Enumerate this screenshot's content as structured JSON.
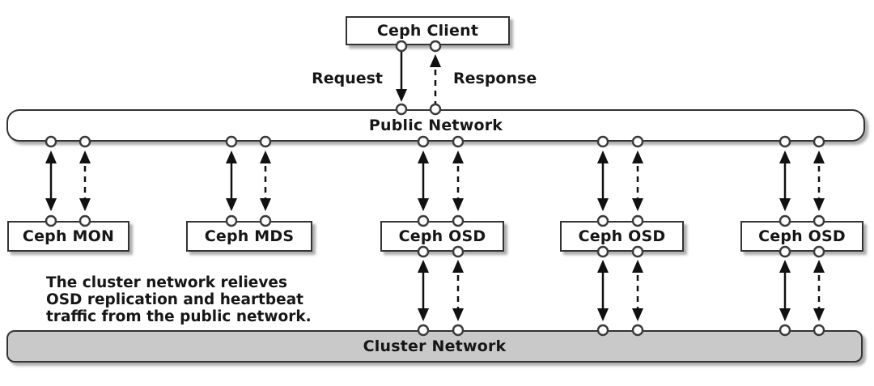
{
  "client": {
    "label": "Ceph Client"
  },
  "flow_labels": {
    "request": "Request",
    "response": "Response"
  },
  "networks": {
    "public": {
      "label": "Public Network"
    },
    "cluster": {
      "label": "Cluster Network"
    }
  },
  "nodes": [
    {
      "id": "mon",
      "label": "Ceph MON"
    },
    {
      "id": "mds",
      "label": "Ceph MDS"
    },
    {
      "id": "osd-1",
      "label": "Ceph OSD"
    },
    {
      "id": "osd-2",
      "label": "Ceph OSD"
    },
    {
      "id": "osd-3",
      "label": "Ceph OSD"
    }
  ],
  "annotation": {
    "lines": [
      "The cluster network relieves",
      "OSD replication and heartbeat",
      "traffic from the public network."
    ]
  },
  "colors": {
    "background": "#ffffff",
    "box_fill": "#ffffff",
    "cluster_fill": "#c9c9c9",
    "border": "#333333",
    "line": "#111111",
    "text": "#161616"
  }
}
